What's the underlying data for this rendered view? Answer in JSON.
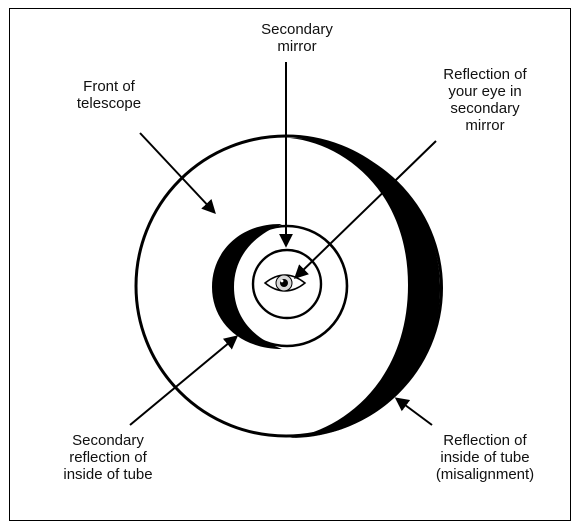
{
  "diagram": {
    "labels": {
      "secondary_mirror": "Secondary\nmirror",
      "front_of_telescope": "Front of\ntelescope",
      "eye_reflection": "Reflection of\nyour eye in\nsecondary\nmirror",
      "secondary_reflection": "Secondary\nreflection of\ninside of tube",
      "inside_tube_reflection": "Reflection of\ninside of tube\n(misalignment)"
    },
    "colors": {
      "ink": "#000000",
      "background": "#ffffff"
    }
  }
}
